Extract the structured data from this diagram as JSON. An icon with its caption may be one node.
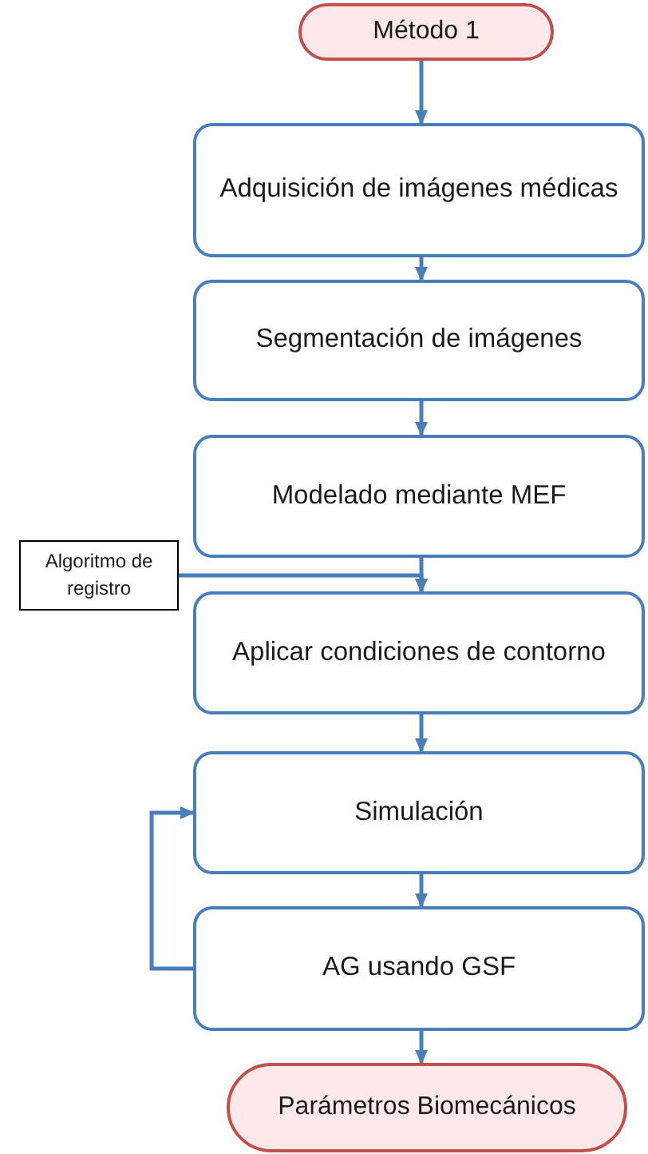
{
  "diagram": {
    "nodes": [
      {
        "text": [
          "Método 1"
        ]
      },
      {
        "text": [
          "Adquisición de imágenes médicas"
        ]
      },
      {
        "text": [
          "Segmentación de imágenes"
        ]
      },
      {
        "text": [
          "Modelado mediante MEF"
        ]
      },
      {
        "text": [
          "Algoritmo de registro"
        ]
      },
      {
        "text": [
          "Aplicar condiciones de contorno"
        ]
      },
      {
        "text": [
          "Simulación"
        ]
      },
      {
        "text": [
          "AG usando GSF"
        ]
      },
      {
        "text": [
          "Parámetros Biomecánicos"
        ]
      }
    ],
    "edges": [
      {
        "from": 0,
        "to": 1,
        "arrow": "to"
      },
      {
        "from": 1,
        "to": 2,
        "arrow": "to"
      },
      {
        "from": 2,
        "to": 3,
        "arrow": "to"
      },
      {
        "from": 3,
        "to": 5,
        "arrow": "to"
      },
      {
        "from": 4,
        "to": 5,
        "arrow": "to"
      },
      {
        "from": 5,
        "to": 6,
        "arrow": "to"
      },
      {
        "from": 6,
        "to": 7,
        "arrow": "to"
      },
      {
        "from": 7,
        "to": 6,
        "arrow": "to"
      },
      {
        "from": 7,
        "to": 8,
        "arrow": "to"
      }
    ]
  }
}
